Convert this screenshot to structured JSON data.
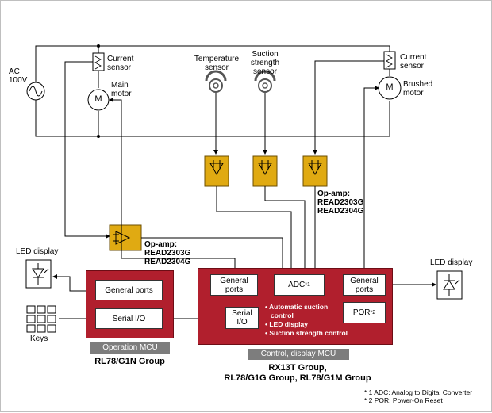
{
  "power": {
    "ac_label_line1": "AC",
    "ac_label_line2": "100V"
  },
  "sensors": {
    "current_left_line1": "Current",
    "current_left_line2": "sensor",
    "current_right_line1": "Current",
    "current_right_line2": "sensor",
    "temperature_line1": "Temperature",
    "temperature_line2": "sensor",
    "suction_line1": "Suction",
    "suction_line2": "strength",
    "suction_line3": "sensor"
  },
  "motors": {
    "main_line1": "Main",
    "main_line2": "motor",
    "brushed_line1": "Brushed",
    "brushed_line2": "motor",
    "symbol": "M"
  },
  "opamps": {
    "upper_label_line1": "Op-amp:",
    "upper_label_line2": "READ2303G",
    "upper_label_line3": "READ2304G",
    "lower_label_line1": "Op-amp:",
    "lower_label_line2": "READ2303G",
    "lower_label_line3": "READ2304G"
  },
  "operation_mcu": {
    "general_ports": "General ports",
    "serial_io": "Serial I/O",
    "tag": "Operation MCU",
    "group": "RL78/G1N Group"
  },
  "control_mcu": {
    "general_ports_left_line1": "General",
    "general_ports_left_line2": "ports",
    "adc": "ADC",
    "adc_note": "*1",
    "general_ports_right_line1": "General",
    "general_ports_right_line2": "ports",
    "serial_io_line1": "Serial",
    "serial_io_line2": "I/O",
    "por": "POR",
    "por_note": "*2",
    "features": [
      "• Automatic suction",
      "  control",
      "• LED display",
      "• Suction strength control"
    ],
    "tag": "Control, display MCU",
    "group_line1": "RX13T Group,",
    "group_line2": "RL78/G1G Group, RL78/G1M Group"
  },
  "peripherals": {
    "led_display_left": "LED display",
    "led_display_right": "LED display",
    "keys": "Keys"
  },
  "footnotes": {
    "note1": "* 1  ADC: Analog to Digital Converter",
    "note2": "* 2  POR: Power-On Reset"
  },
  "colors": {
    "mcu_red": "#b11f2d",
    "opamp_yellow": "#e0aa12",
    "tag_gray": "#7d7d7d"
  }
}
